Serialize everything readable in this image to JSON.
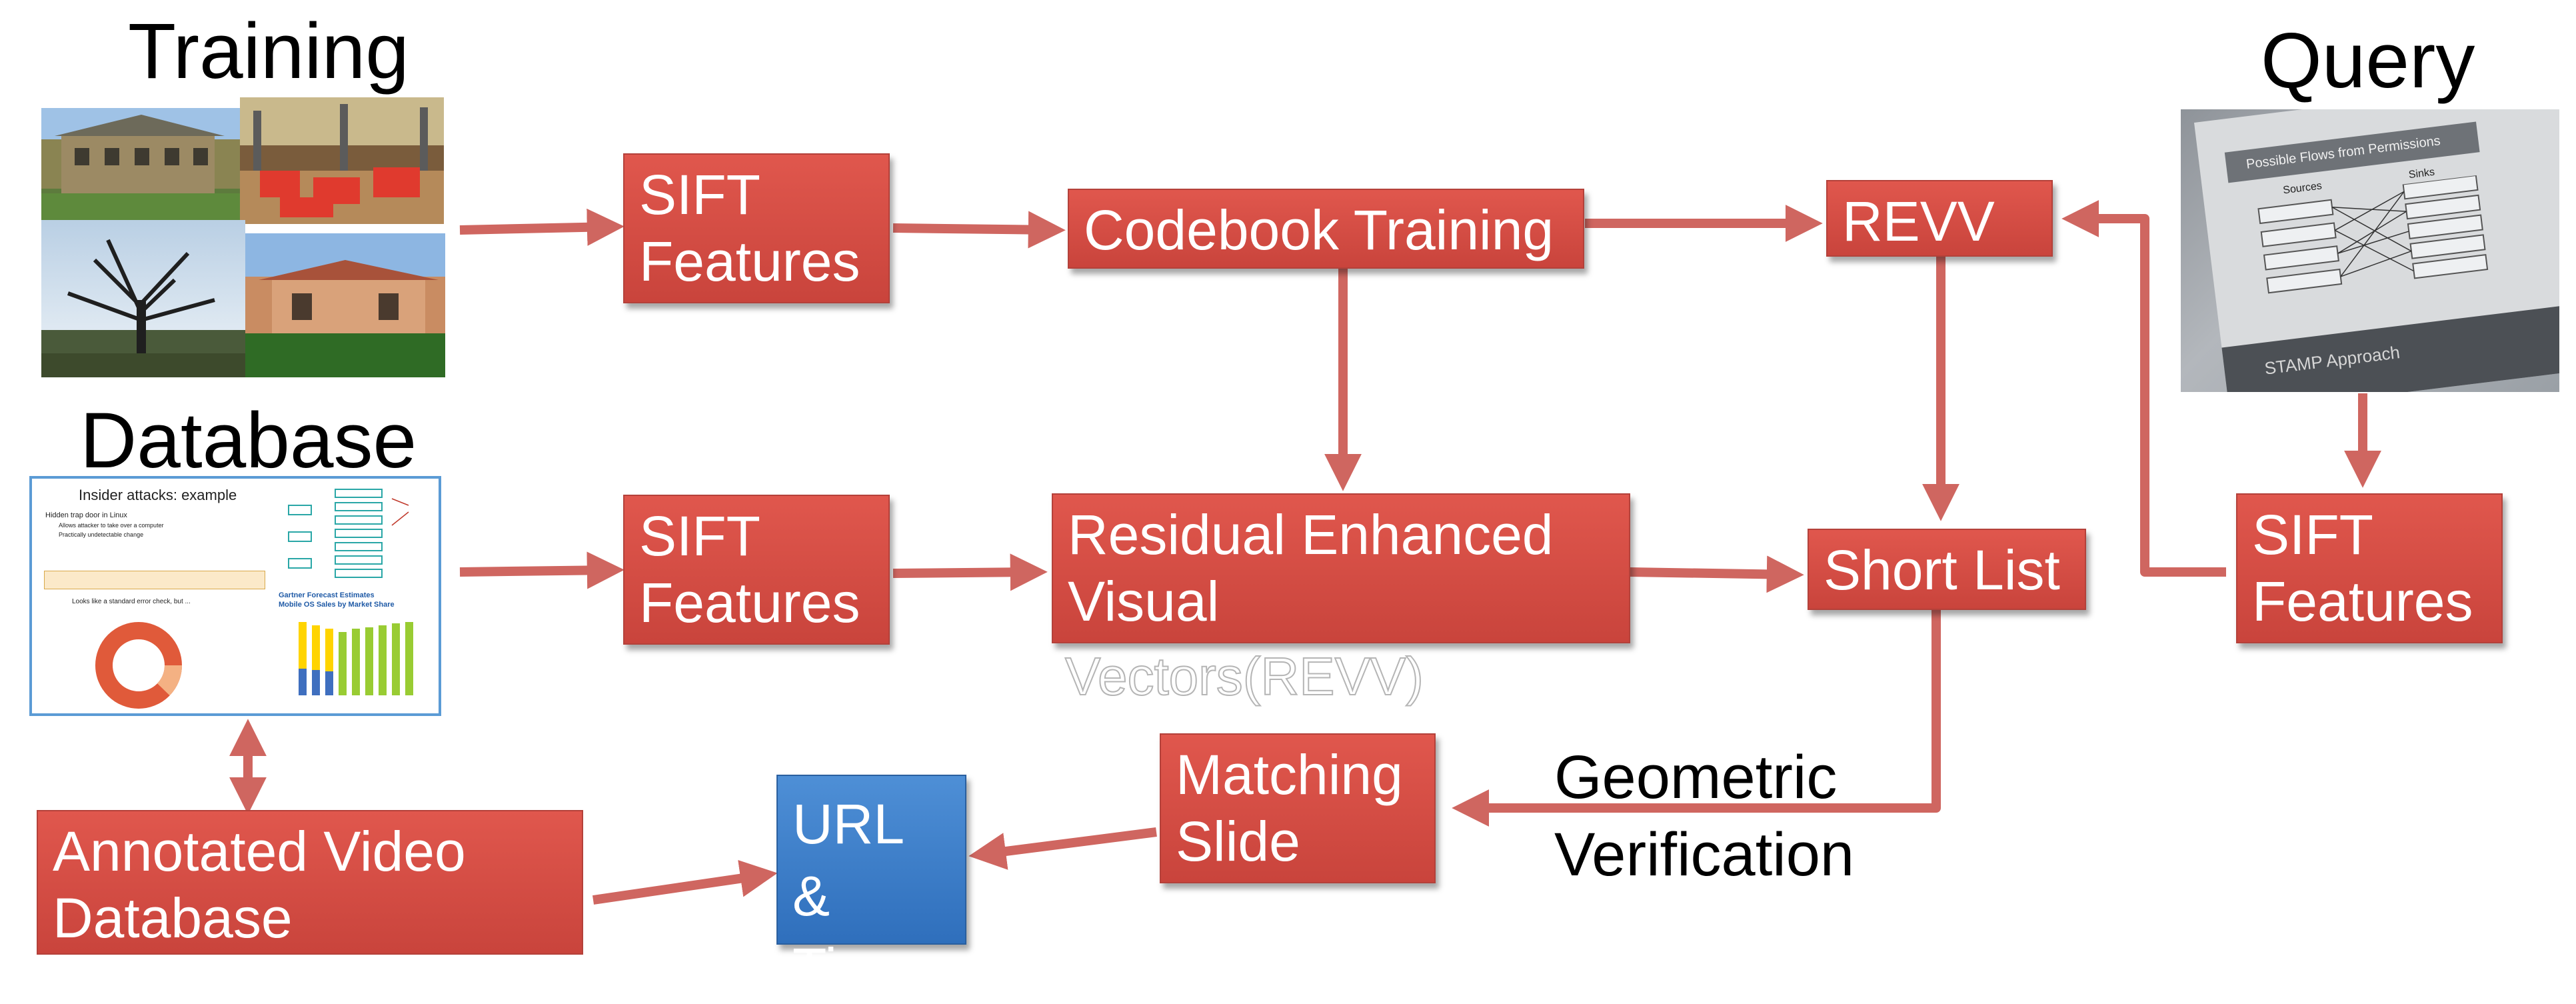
{
  "labels": {
    "training": "Training",
    "database": "Database",
    "query": "Query",
    "geometric_verification": [
      "Geometric",
      "Verification"
    ]
  },
  "boxes": {
    "sift_top": [
      "SIFT",
      "Features"
    ],
    "codebook": [
      "Codebook Training"
    ],
    "revv": [
      "REVV"
    ],
    "sift_mid": [
      "SIFT",
      "Features"
    ],
    "residual": [
      "Residual Enhanced",
      "Visual"
    ],
    "residual_overflow": "Vectors(REVV)",
    "short_list": [
      "Short List"
    ],
    "sift_query": [
      "SIFT",
      "Features"
    ],
    "matching_slide": [
      "Matching",
      "Slide"
    ],
    "url_time": [
      "URL &",
      "Time"
    ],
    "annotated_db": [
      "Annotated Video",
      "Database"
    ]
  },
  "slide_thumbnail": {
    "title": "Insider attacks: example",
    "bullet": "Hidden trap door in Linux",
    "sub_bullets": [
      "Allows attacker to take over a computer",
      "Practically undetectable change"
    ],
    "note": "Looks like a standard error check, but ...",
    "chart_title": [
      "Gartner Forecast Estimates",
      "Mobile OS Sales by Market Share"
    ]
  },
  "query_photo": {
    "title": "Possible Flows from Permissions",
    "columns": [
      "Sources",
      "Sinks"
    ],
    "footer": "STAMP Approach"
  },
  "colors": {
    "box_red": "#d24c43",
    "box_blue": "#3a7cc8",
    "arrow": "#cf6660"
  }
}
